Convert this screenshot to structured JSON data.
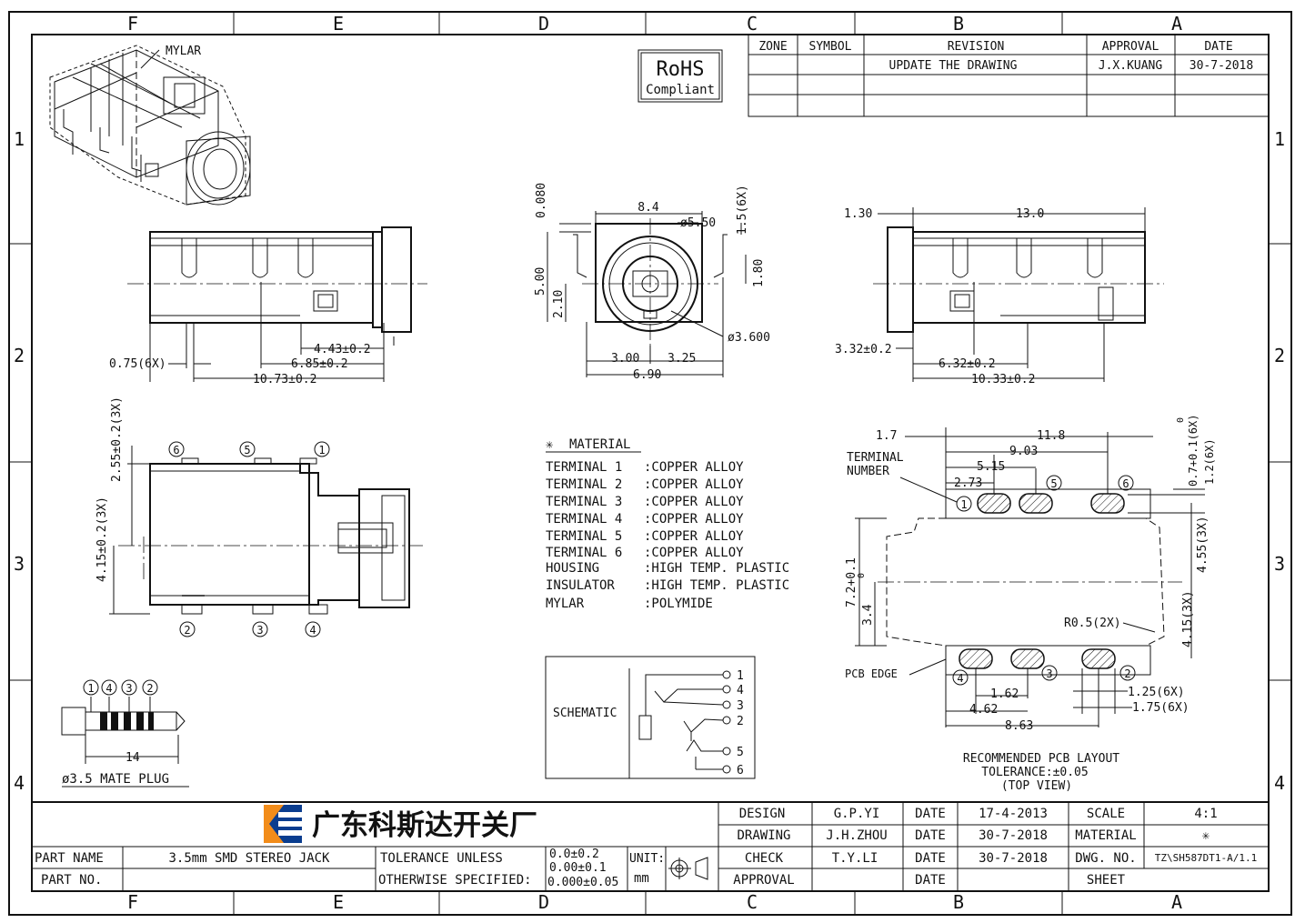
{
  "border": {
    "columns": [
      "F",
      "E",
      "D",
      "C",
      "B",
      "A"
    ],
    "rows": [
      "1",
      "2",
      "3",
      "4"
    ]
  },
  "rohs": {
    "title": "RoHS",
    "subtitle": "Compliant"
  },
  "revision_table": {
    "headers": [
      "ZONE",
      "SYMBOL",
      "REVISION",
      "APPROVAL",
      "DATE"
    ],
    "rows": [
      [
        "",
        "",
        "UPDATE THE DRAWING",
        "J.X.KUANG",
        "30-7-2018"
      ]
    ]
  },
  "iso_view": {
    "mylar_label": "MYLAR"
  },
  "front_view": {
    "dims": {
      "top": "0.080",
      "width": "8.4",
      "dia1": "ø5.50",
      "side": "1.5(6X)",
      "height": "5.00",
      "h2": "2.10",
      "h3": "1.80",
      "dia2": "ø3.600",
      "b1": "3.00",
      "b2": "3.25",
      "b3": "6.90"
    }
  },
  "side_left": {
    "dims": {
      "d1": "4.43±0.2",
      "d2": "0.75(6X)",
      "d3": "6.85±0.2",
      "d4": "10.73±0.2"
    }
  },
  "side_right": {
    "dims": {
      "d1": "1.30",
      "d2": "13.0",
      "d3": "3.32±0.2",
      "d4": "6.32±0.2",
      "d5": "10.33±0.2"
    }
  },
  "top_view": {
    "dims": {
      "v1": "2.55±0.2(3X)",
      "v2": "4.15±0.2(3X)"
    },
    "pins_top": [
      "6",
      "5",
      "1"
    ],
    "pins_bottom": [
      "2",
      "3",
      "4"
    ]
  },
  "plug": {
    "pins": [
      "1",
      "4",
      "3",
      "2"
    ],
    "length": "14",
    "label": "ø3.5 MATE PLUG"
  },
  "material": {
    "title": "MATERIAL",
    "mark": "✳",
    "items": [
      {
        "name": "TERMINAL 1",
        "value": ":COPPER ALLOY"
      },
      {
        "name": "TERMINAL 2",
        "value": ":COPPER ALLOY"
      },
      {
        "name": "TERMINAL 3",
        "value": ":COPPER ALLOY"
      },
      {
        "name": "TERMINAL 4",
        "value": ":COPPER ALLOY"
      },
      {
        "name": "TERMINAL 5",
        "value": ":COPPER ALLOY"
      },
      {
        "name": "TERMINAL 6",
        "value": ":COPPER ALLOY"
      },
      {
        "name": "HOUSING",
        "value": ":HIGH TEMP. PLASTIC"
      },
      {
        "name": "INSULATOR",
        "value": ":HIGH TEMP. PLASTIC"
      },
      {
        "name": "MYLAR",
        "value": ":POLYMIDE"
      }
    ]
  },
  "schematic": {
    "label": "SCHEMATIC",
    "pins": [
      "1",
      "4",
      "3",
      "2",
      "5",
      "6"
    ]
  },
  "pcb": {
    "dims": {
      "a": "1.7",
      "b": "11.8",
      "c": "9.03",
      "d": "5.15",
      "e": "2.73",
      "f": "0.7+0.1(6X)",
      "f2": "0",
      "g": "1.2(6X)",
      "h": "4.55(3X)",
      "i": "7.2+0.1",
      "i2": "0",
      "j": "3.4",
      "k": "R0.5(2X)",
      "l": "4.15(3X)",
      "m": "1.62",
      "n": "4.62",
      "o": "8.63",
      "p": "1.25(6X)",
      "q": "1.75(6X)"
    },
    "terminal_label": [
      "TERMINAL",
      "NUMBER"
    ],
    "edge_label": "PCB EDGE",
    "pins_top": [
      "1",
      "5",
      "6"
    ],
    "pins_bottom": [
      "4",
      "3",
      "2"
    ],
    "caption": [
      "RECOMMENDED PCB LAYOUT",
      "TOLERANCE:±0.05",
      "(TOP VIEW)"
    ]
  },
  "title_block": {
    "company": "广东科斯达开关厂",
    "part_name_label": "PART NAME",
    "part_name": "3.5mm SMD STEREO JACK",
    "part_no_label": "PART NO.",
    "tolerance_label1": "TOLERANCE UNLESS",
    "tolerance_label2": "OTHERWISE SPECIFIED:",
    "tol1": "0.0±0.2",
    "tol2": "0.00±0.1",
    "tol3": "0.000±0.05",
    "unit_label": "UNIT:",
    "unit": "mm",
    "design_label": "DESIGN",
    "design": "G.P.YI",
    "drawing_label": "DRAWING",
    "drawing": "J.H.ZHOU",
    "check_label": "CHECK",
    "check": "T.Y.LI",
    "approval_label": "APPROVAL",
    "date_label": "DATE",
    "date1": "17-4-2013",
    "date2": "30-7-2018",
    "date3": "30-7-2018",
    "scale_label": "SCALE",
    "scale": "4:1",
    "material_label": "MATERIAL",
    "material": "✳",
    "dwg_label": "DWG. NO.",
    "dwg": "TZ\\SH587DT1-A/1.1",
    "sheet_label": "SHEET"
  }
}
